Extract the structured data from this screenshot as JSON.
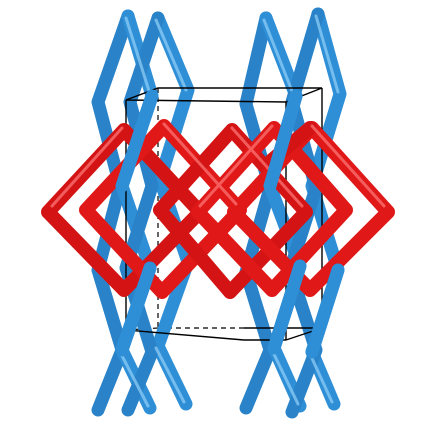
{
  "figure": {
    "description_visible_text": "",
    "colors": {
      "background": "#ffffff",
      "blue_rod": "#2f8fd6",
      "blue_rod_highlight": "#7cc3f5",
      "red_rod": "#e01818",
      "red_rod_highlight": "#ff6b6b",
      "cell_edge": "#000000"
    },
    "elements": {
      "unit_cell": "unit-cell-box",
      "blue_network": "blue-framework",
      "red_network": "red-framework"
    }
  }
}
